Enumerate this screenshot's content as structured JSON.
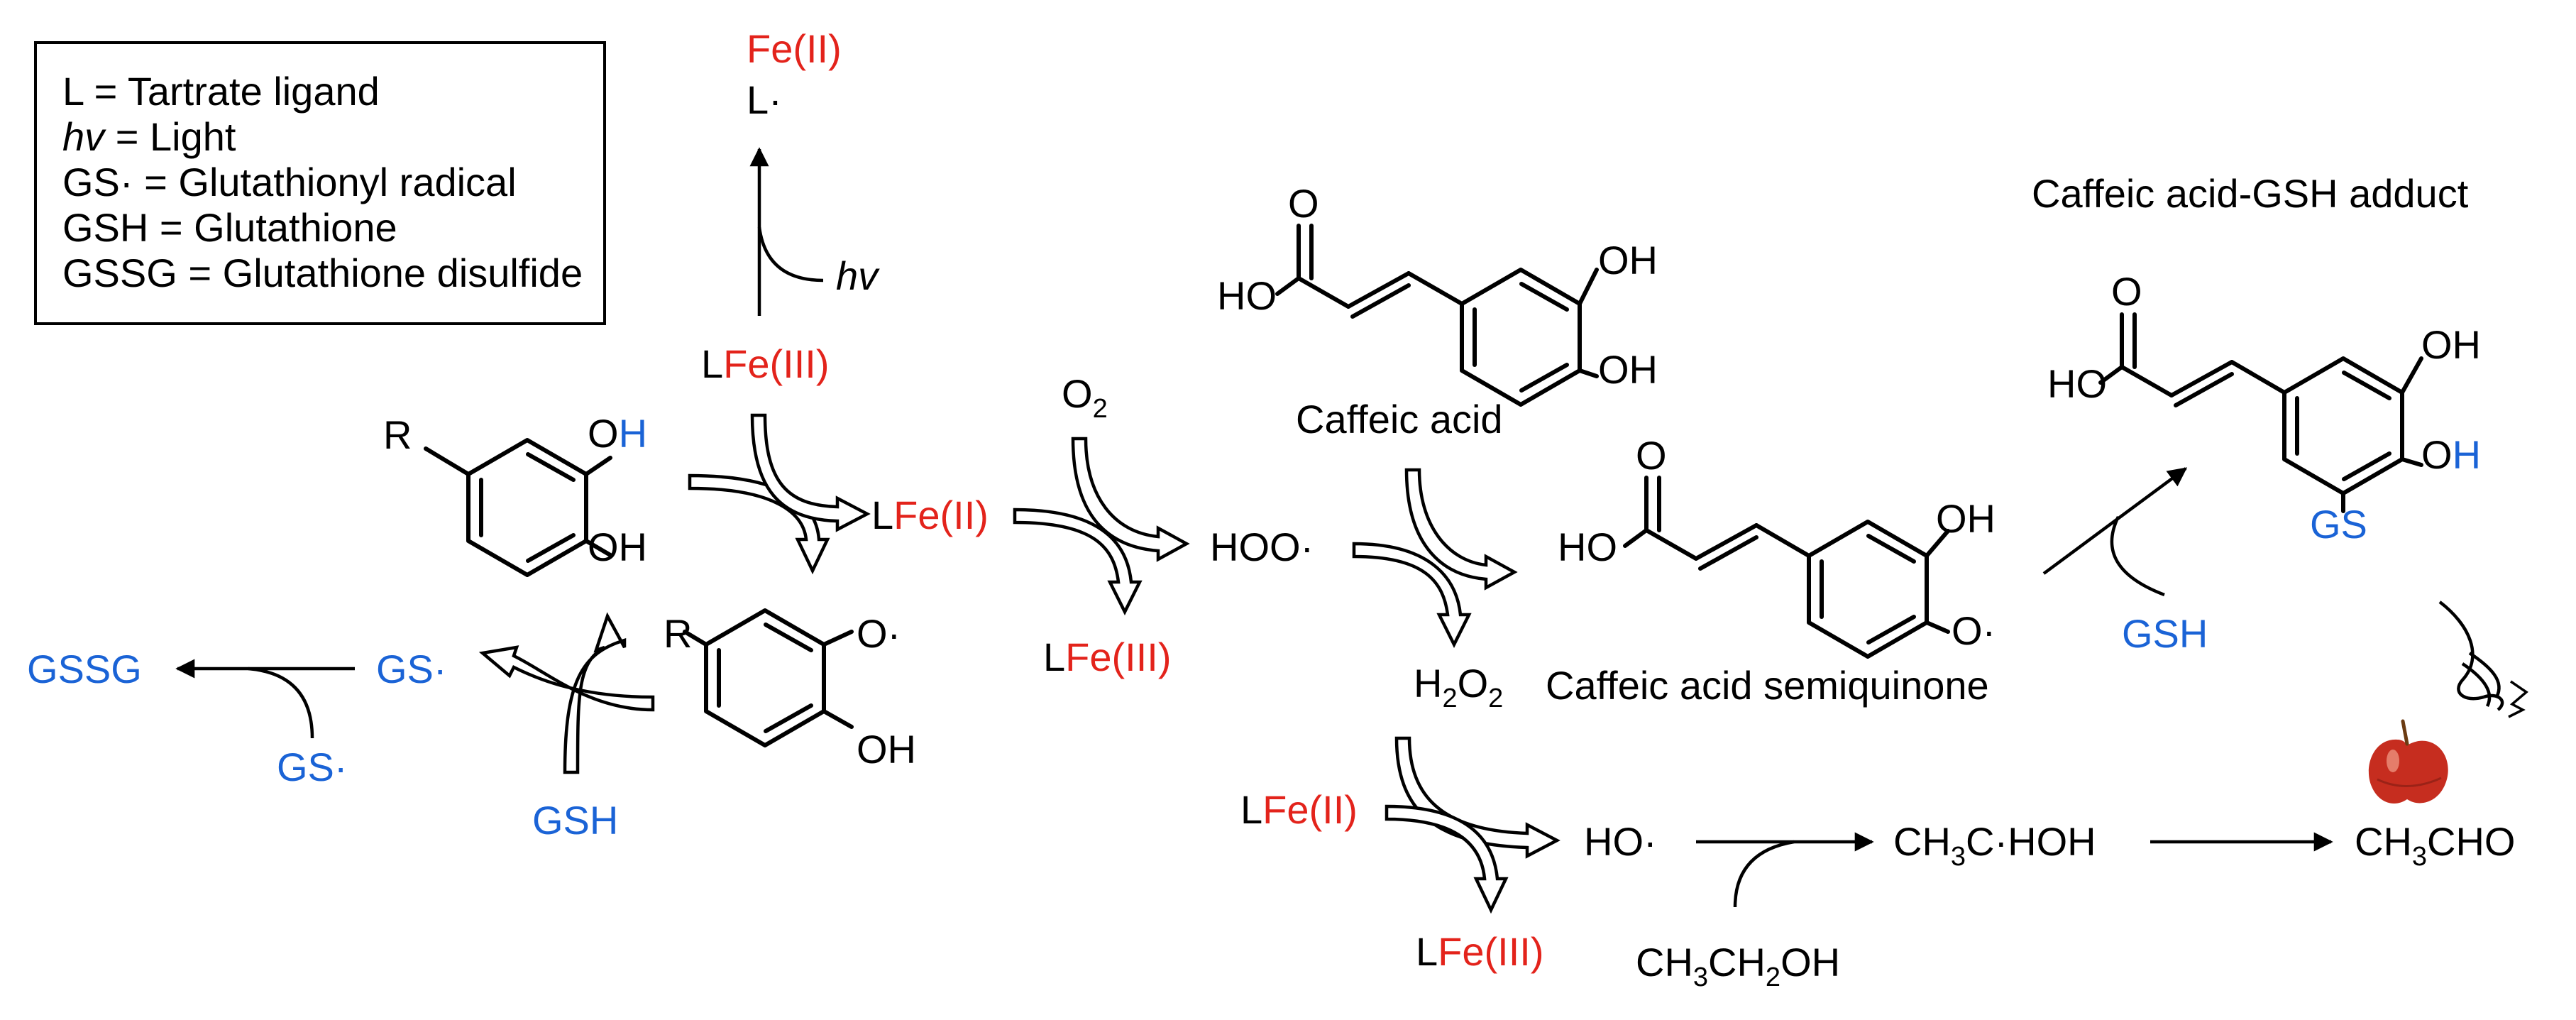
{
  "legend": {
    "lines": [
      {
        "sym": "L",
        "desc": " = Tartrate ligand"
      },
      {
        "sym": "hv",
        "desc": " = Light"
      },
      {
        "sym": "GS·",
        "desc": " = Glutathionyl radical"
      },
      {
        "sym": "GSH",
        "desc": " = Glutathione"
      },
      {
        "sym": "GSSG",
        "desc": " = Glutathione disulfide"
      }
    ]
  },
  "labels": {
    "fe2": "Fe(II)",
    "fe3": "Fe(III)",
    "L": "L",
    "L_dot": "L·",
    "hv": "hv",
    "R": "R",
    "OH": "OH",
    "H": "H",
    "O": "O",
    "O_dot": "O·",
    "HO": "HO",
    "GS": "GS",
    "GS_dot": "GS·",
    "GSH": "GSH",
    "GSSG": "GSSG",
    "O2": "O",
    "two": "2",
    "three": "3",
    "HOO_dot": "HOO·",
    "H2O2_H": "H",
    "H2O2_O": "O",
    "HO_dot": "HO·",
    "CH": "CH",
    "C_dot_HOH": "C·HOH",
    "CHO": "CHO",
    "CH2": "CH",
    "OH_tail": "OH",
    "caffeic_acid": "Caffeic acid",
    "semiquinone": "Caffeic acid semiquinone",
    "adduct": "Caffeic acid-GSH adduct"
  },
  "icons": [
    "apple-icon",
    "nose-icon"
  ],
  "colors": {
    "iron": "#e3231b",
    "thiol": "#1a63d6",
    "ink": "#000000"
  }
}
